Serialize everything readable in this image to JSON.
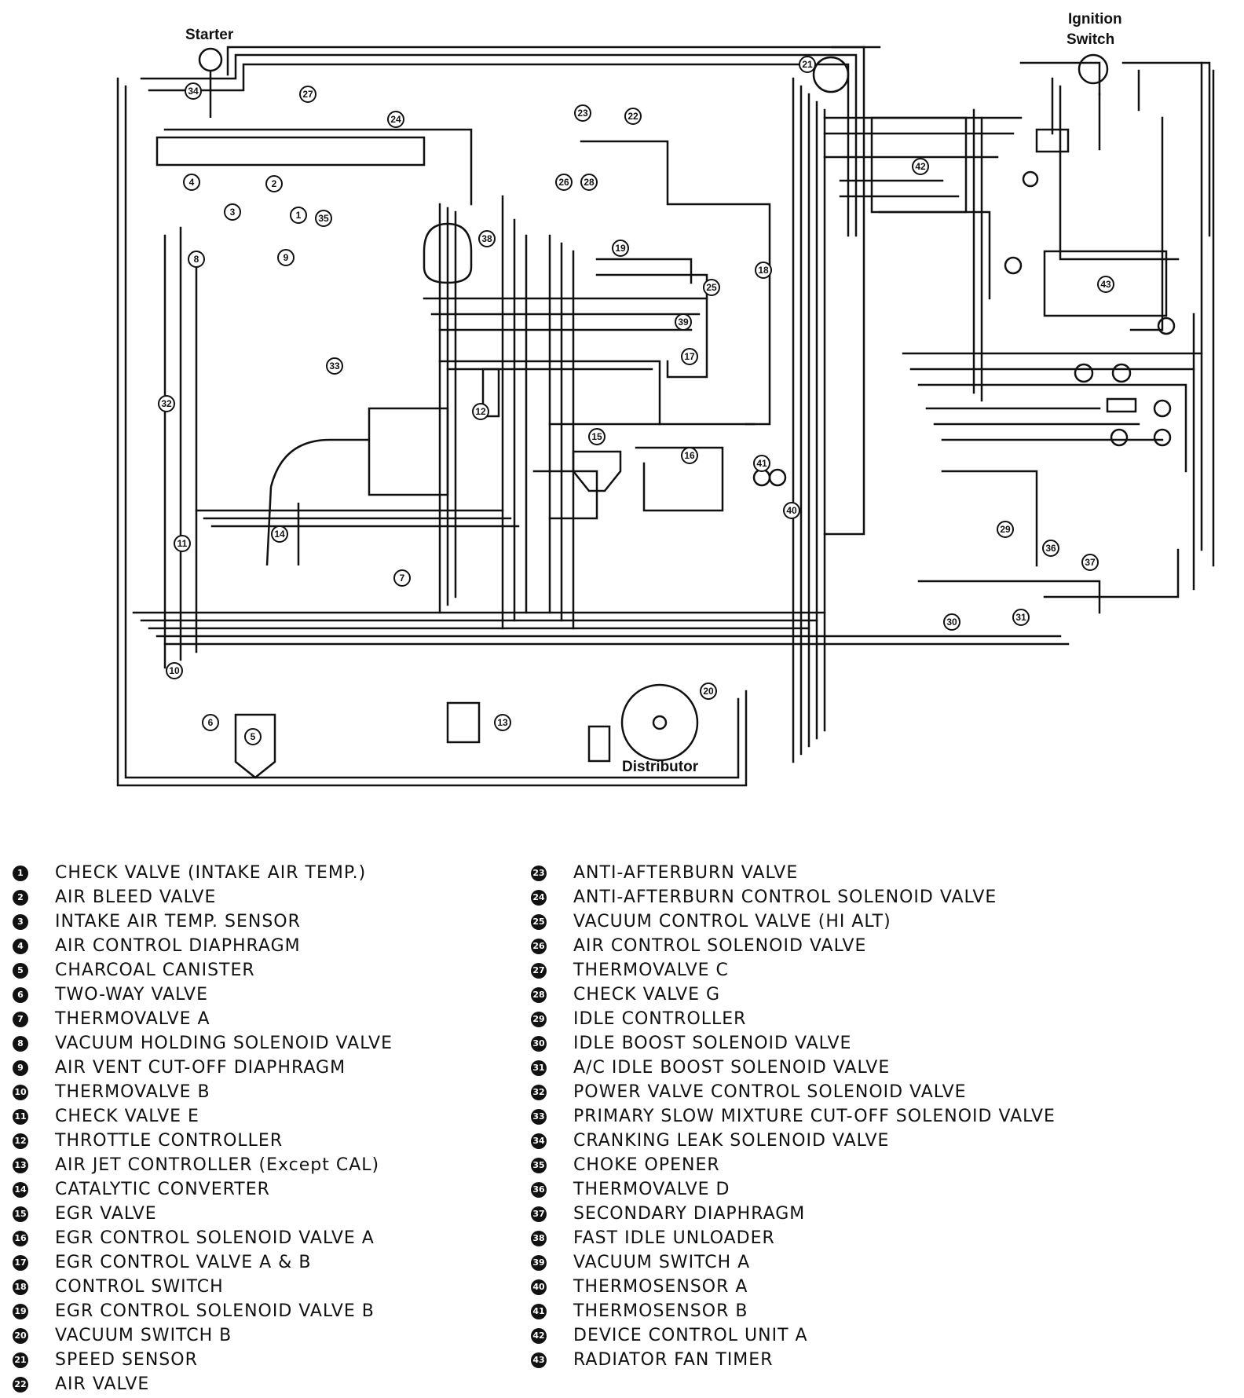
{
  "diagram": {
    "labels": {
      "starter": "Starter",
      "ignition_switch_line1": "Ignition",
      "ignition_switch_line2": "Switch",
      "distributor": "Distributor"
    },
    "callouts": [
      "1",
      "2",
      "3",
      "4",
      "5",
      "6",
      "7",
      "8",
      "9",
      "10",
      "11",
      "12",
      "13",
      "14",
      "15",
      "16",
      "17",
      "18",
      "19",
      "20",
      "21",
      "22",
      "23",
      "24",
      "25",
      "26",
      "27",
      "28",
      "29",
      "30",
      "31",
      "32",
      "33",
      "34",
      "35",
      "36",
      "37",
      "38",
      "39",
      "40",
      "41",
      "42",
      "43"
    ]
  },
  "legend": {
    "left": [
      {
        "num": "1",
        "text": "CHECK VALVE (INTAKE AIR TEMP.)"
      },
      {
        "num": "2",
        "text": "AIR BLEED VALVE"
      },
      {
        "num": "3",
        "text": "INTAKE AIR TEMP. SENSOR"
      },
      {
        "num": "4",
        "text": "AIR CONTROL DIAPHRAGM"
      },
      {
        "num": "5",
        "text": "CHARCOAL CANISTER"
      },
      {
        "num": "6",
        "text": "TWO-WAY VALVE"
      },
      {
        "num": "7",
        "text": "THERMOVALVE A"
      },
      {
        "num": "8",
        "text": "VACUUM HOLDING SOLENOID VALVE"
      },
      {
        "num": "9",
        "text": "AIR VENT CUT-OFF DIAPHRAGM"
      },
      {
        "num": "10",
        "text": "THERMOVALVE B"
      },
      {
        "num": "11",
        "text": "CHECK VALVE E"
      },
      {
        "num": "12",
        "text": "THROTTLE CONTROLLER"
      },
      {
        "num": "13",
        "text": "AIR JET CONTROLLER (Except CAL)"
      },
      {
        "num": "14",
        "text": "CATALYTIC CONVERTER"
      },
      {
        "num": "15",
        "text": "EGR VALVE"
      },
      {
        "num": "16",
        "text": "EGR CONTROL SOLENOID VALVE A"
      },
      {
        "num": "17",
        "text": "EGR CONTROL VALVE A & B"
      },
      {
        "num": "18",
        "text": "CONTROL SWITCH"
      },
      {
        "num": "19",
        "text": "EGR CONTROL SOLENOID VALVE B"
      },
      {
        "num": "20",
        "text": "VACUUM SWITCH B"
      },
      {
        "num": "21",
        "text": "SPEED SENSOR"
      },
      {
        "num": "22",
        "text": "AIR VALVE"
      }
    ],
    "right": [
      {
        "num": "23",
        "text": "ANTI-AFTERBURN VALVE"
      },
      {
        "num": "24",
        "text": "ANTI-AFTERBURN CONTROL SOLENOID VALVE"
      },
      {
        "num": "25",
        "text": "VACUUM CONTROL VALVE (HI ALT)"
      },
      {
        "num": "26",
        "text": "AIR CONTROL SOLENOID VALVE"
      },
      {
        "num": "27",
        "text": "THERMOVALVE C"
      },
      {
        "num": "28",
        "text": "CHECK VALVE G"
      },
      {
        "num": "29",
        "text": "IDLE CONTROLLER"
      },
      {
        "num": "30",
        "text": "IDLE BOOST SOLENOID VALVE"
      },
      {
        "num": "31",
        "text": "A/C IDLE BOOST SOLENOID VALVE"
      },
      {
        "num": "32",
        "text": "POWER VALVE CONTROL SOLENOID VALVE"
      },
      {
        "num": "33",
        "text": "PRIMARY SLOW MIXTURE CUT-OFF SOLENOID VALVE"
      },
      {
        "num": "34",
        "text": "CRANKING LEAK SOLENOID VALVE"
      },
      {
        "num": "35",
        "text": "CHOKE OPENER"
      },
      {
        "num": "36",
        "text": "THERMOVALVE D"
      },
      {
        "num": "37",
        "text": "SECONDARY DIAPHRAGM"
      },
      {
        "num": "38",
        "text": "FAST IDLE UNLOADER"
      },
      {
        "num": "39",
        "text": "VACUUM SWITCH A"
      },
      {
        "num": "40",
        "text": "THERMOSENSOR A"
      },
      {
        "num": "41",
        "text": "THERMOSENSOR B"
      },
      {
        "num": "42",
        "text": "DEVICE CONTROL UNIT A"
      },
      {
        "num": "43",
        "text": "RADIATOR FAN TIMER"
      }
    ]
  }
}
